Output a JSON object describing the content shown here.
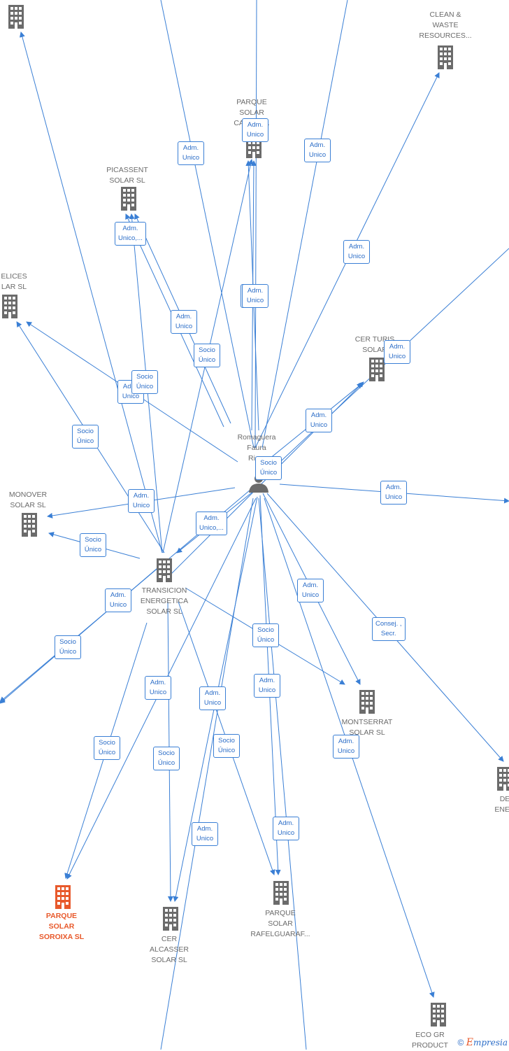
{
  "person": {
    "lines": [
      "Romaguera",
      "Faura",
      "Ric..."
    ]
  },
  "nodes": [
    {
      "id": "top-left",
      "lines": []
    },
    {
      "id": "clean-waste",
      "lines": [
        "CLEAN &",
        "WASTE",
        "RESOURCES..."
      ]
    },
    {
      "id": "parque-solar-car",
      "lines": [
        "PARQUE",
        "SOLAR",
        "CARRAL..."
      ]
    },
    {
      "id": "picassent",
      "lines": [
        "PICASSENT",
        "SOLAR SL"
      ]
    },
    {
      "id": "elices",
      "lines": [
        "ELICES",
        "LAR SL"
      ]
    },
    {
      "id": "cer-turis",
      "lines": [
        "CER TURIS",
        "SOLAR"
      ]
    },
    {
      "id": "monover",
      "lines": [
        "MONOVER",
        "SOLAR SL"
      ]
    },
    {
      "id": "transicion",
      "lines": [
        "TRANSICION",
        "ENERGETICA",
        "SOLAR SL"
      ]
    },
    {
      "id": "montserrat",
      "lines": [
        "MONTSERRAT",
        "SOLAR SL"
      ]
    },
    {
      "id": "de-ener",
      "lines": [
        "DE",
        "ENER"
      ]
    },
    {
      "id": "soroixa",
      "lines": [
        "PARQUE",
        "SOLAR",
        "SOROIXA SL"
      ],
      "highlight": true
    },
    {
      "id": "alcasser",
      "lines": [
        "CER",
        "ALCASSER",
        "SOLAR SL"
      ]
    },
    {
      "id": "rafelguaraf",
      "lines": [
        "PARQUE",
        "SOLAR",
        "RAFELGUARAF..."
      ]
    },
    {
      "id": "eco-gr",
      "lines": [
        "ECO GR",
        "PRODUCT"
      ]
    }
  ],
  "badges": [
    {
      "lines": [
        "Adm.",
        "Unico"
      ]
    },
    {
      "lines": [
        "Adm.",
        "Unico"
      ]
    },
    {
      "lines": [
        "Adm.",
        "Unico"
      ]
    },
    {
      "lines": [
        "Adm.",
        "Unico"
      ]
    },
    {
      "lines": [
        "Adm.",
        "Unico,..."
      ]
    },
    {
      "lines": [
        "Adm.",
        "Unico"
      ]
    },
    {
      "lines": [
        "Adm.",
        "Unico"
      ]
    },
    {
      "lines": [
        "Socio",
        "Único"
      ]
    },
    {
      "lines": [
        "Adm.",
        "Unico"
      ]
    },
    {
      "lines": [
        "Adm.",
        "Unico"
      ]
    },
    {
      "lines": [
        "Socio",
        "Único"
      ]
    },
    {
      "lines": [
        "Socio",
        "Único"
      ]
    },
    {
      "lines": [
        "Socio",
        "Único"
      ]
    },
    {
      "lines": [
        "Adm.",
        "Unico"
      ]
    },
    {
      "lines": [
        "Adm.",
        "Unico"
      ]
    },
    {
      "lines": [
        "Adm.",
        "Unico,..."
      ]
    },
    {
      "lines": [
        "Adm.",
        "Unico"
      ]
    },
    {
      "lines": [
        "Socio",
        "Único"
      ]
    },
    {
      "lines": [
        "Adm.",
        "Unico"
      ]
    },
    {
      "lines": [
        "Adm.",
        "Unico"
      ]
    },
    {
      "lines": [
        "Consej. ,",
        "Secr."
      ]
    },
    {
      "lines": [
        "Socio",
        "Único"
      ]
    },
    {
      "lines": [
        "Socio",
        "Único"
      ]
    },
    {
      "lines": [
        "Adm.",
        "Unico"
      ]
    },
    {
      "lines": [
        "Adm.",
        "Unico"
      ]
    },
    {
      "lines": [
        "Adm.",
        "Unico"
      ]
    },
    {
      "lines": [
        "Socio",
        "Único"
      ]
    },
    {
      "lines": [
        "Socio",
        "Único"
      ]
    },
    {
      "lines": [
        "Socio",
        "Único"
      ]
    },
    {
      "lines": [
        "Adm.",
        "Unico"
      ]
    },
    {
      "lines": [
        "Adm.",
        "Unico"
      ]
    },
    {
      "lines": [
        "Adm.",
        "Unico"
      ]
    },
    {
      "lines": [
        "Adm.",
        "Unico"
      ]
    }
  ],
  "colors": {
    "edge": "#3a7fd5",
    "node": "#6b6b6b",
    "highlight": "#e8592b"
  },
  "footer": {
    "symbol": "©",
    "brand_initial": "E",
    "brand_rest": "mpresia"
  }
}
